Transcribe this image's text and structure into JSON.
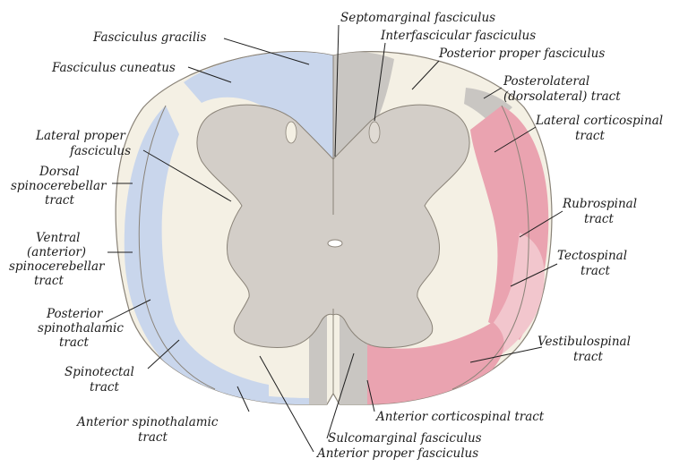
{
  "labels": {
    "septomarginal": "Septomarginal fasciculus",
    "interfascicular": "Interfascicular fasciculus",
    "posterior_proper": "Posterior proper fasciculus",
    "posterolateral": [
      "Posterolateral",
      "(dorsolateral) tract"
    ],
    "lateral_corticospinal": [
      "Lateral corticospinal",
      "tract"
    ],
    "rubrospinal": [
      "Rubrospinal",
      "tract"
    ],
    "tectospinal": [
      "Tectospinal",
      "tract"
    ],
    "vestibulospinal": [
      "Vestibulospinal",
      "tract"
    ],
    "anterior_corticospinal": "Anterior corticospinal tract",
    "sulcomarginal": "Sulcomarginal fasciculus",
    "anterior_proper": "Anterior proper fasciculus",
    "anterior_spinothalamic": [
      "Anterior spinothalamic",
      "tract"
    ],
    "spinotectal": [
      "Spinotectal",
      "tract"
    ],
    "posterior_spinothalamic": [
      "Posterior",
      "spinothalamic",
      "tract"
    ],
    "ventral_spinocerebellar": [
      "Ventral",
      "(anterior)",
      "spinocerebellar",
      "tract"
    ],
    "dorsal_spinocerebellar": [
      "Dorsal",
      "spinocerebellar",
      "tract"
    ],
    "lateral_proper": [
      "Lateral proper",
      "fasciculus"
    ],
    "fasciculus_cuneatus": "Fasciculus cuneatus",
    "fasciculus_gracilis": "Fasciculus gracilis"
  },
  "colors": {
    "ascending_tracts": "#c9d6ec",
    "descending_tracts": "#eaa3b0",
    "descending_light": "#f2c6cd",
    "gray_matter": "#d3cec8",
    "white_matter": "#f4f0e4",
    "gray_tract": "#c9c6c2"
  }
}
